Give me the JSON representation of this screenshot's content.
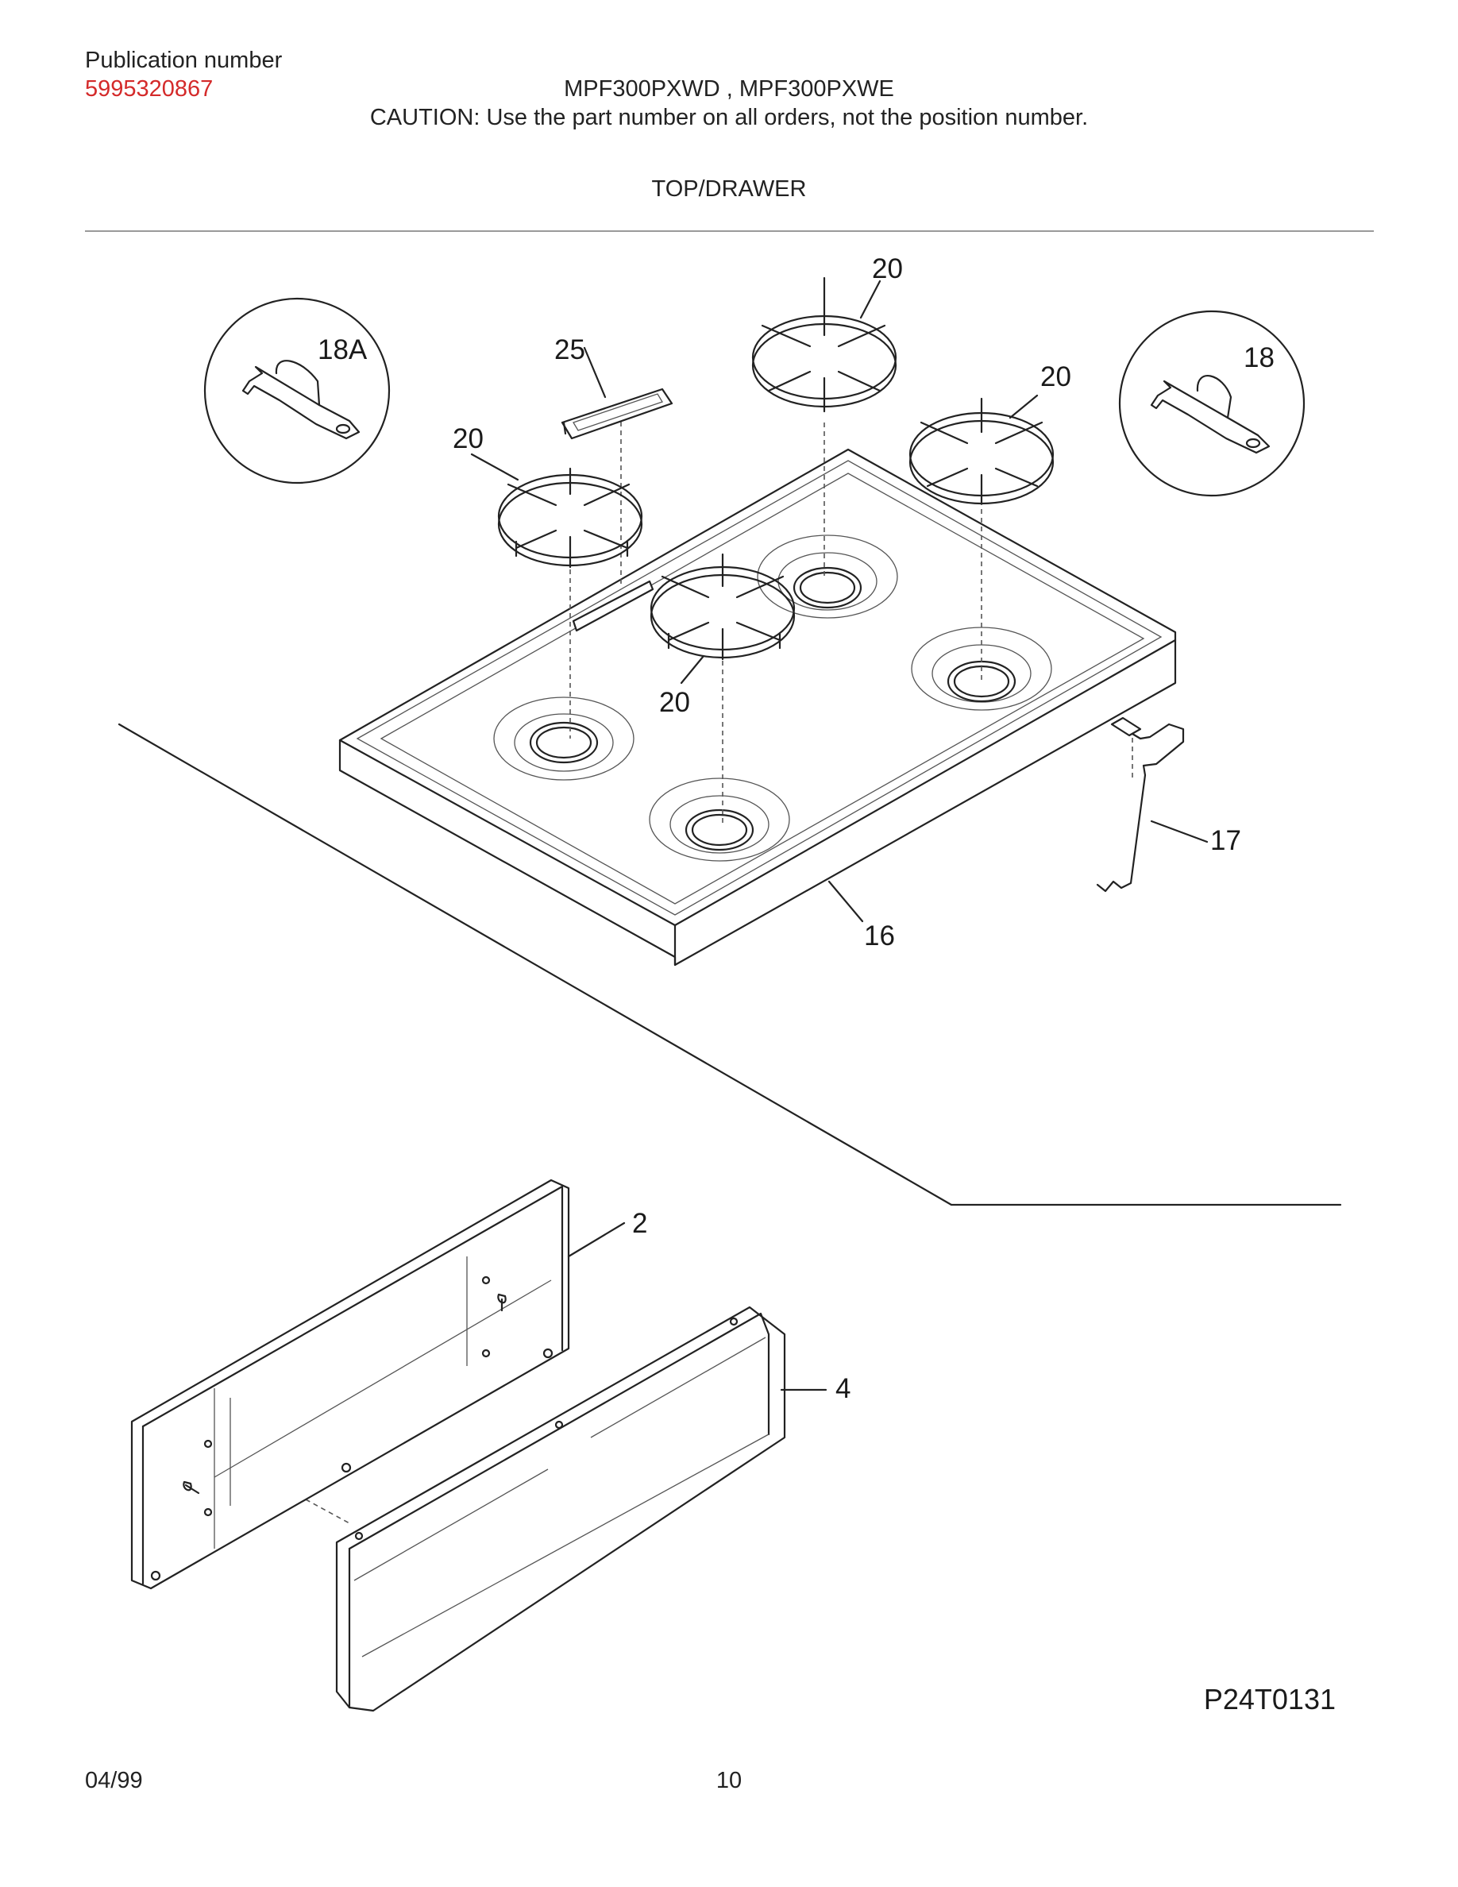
{
  "header": {
    "publication_label": "Publication number",
    "publication_number": "5995320867",
    "models": "MPF300PXWD , MPF300PXWE",
    "caution": "CAUTION:  Use the part number on all orders, not the position number.",
    "section_title": "TOP/DRAWER"
  },
  "diagram": {
    "reference_code": "P24T0131",
    "callouts": {
      "grate_top": "20",
      "grate_right": "20",
      "grate_left": "20",
      "grate_center": "20",
      "trim_25": "25",
      "bracket_18A": "18A",
      "bracket_18": "18",
      "cooktop_16": "16",
      "wire_17": "17",
      "panel_2": "2",
      "drawer_front_4": "4"
    }
  },
  "footer": {
    "date": "04/99",
    "page_number": "10"
  },
  "colors": {
    "publication_number": "#d42a2a",
    "line_art": "#222222",
    "rule": "#9a9a9a"
  }
}
